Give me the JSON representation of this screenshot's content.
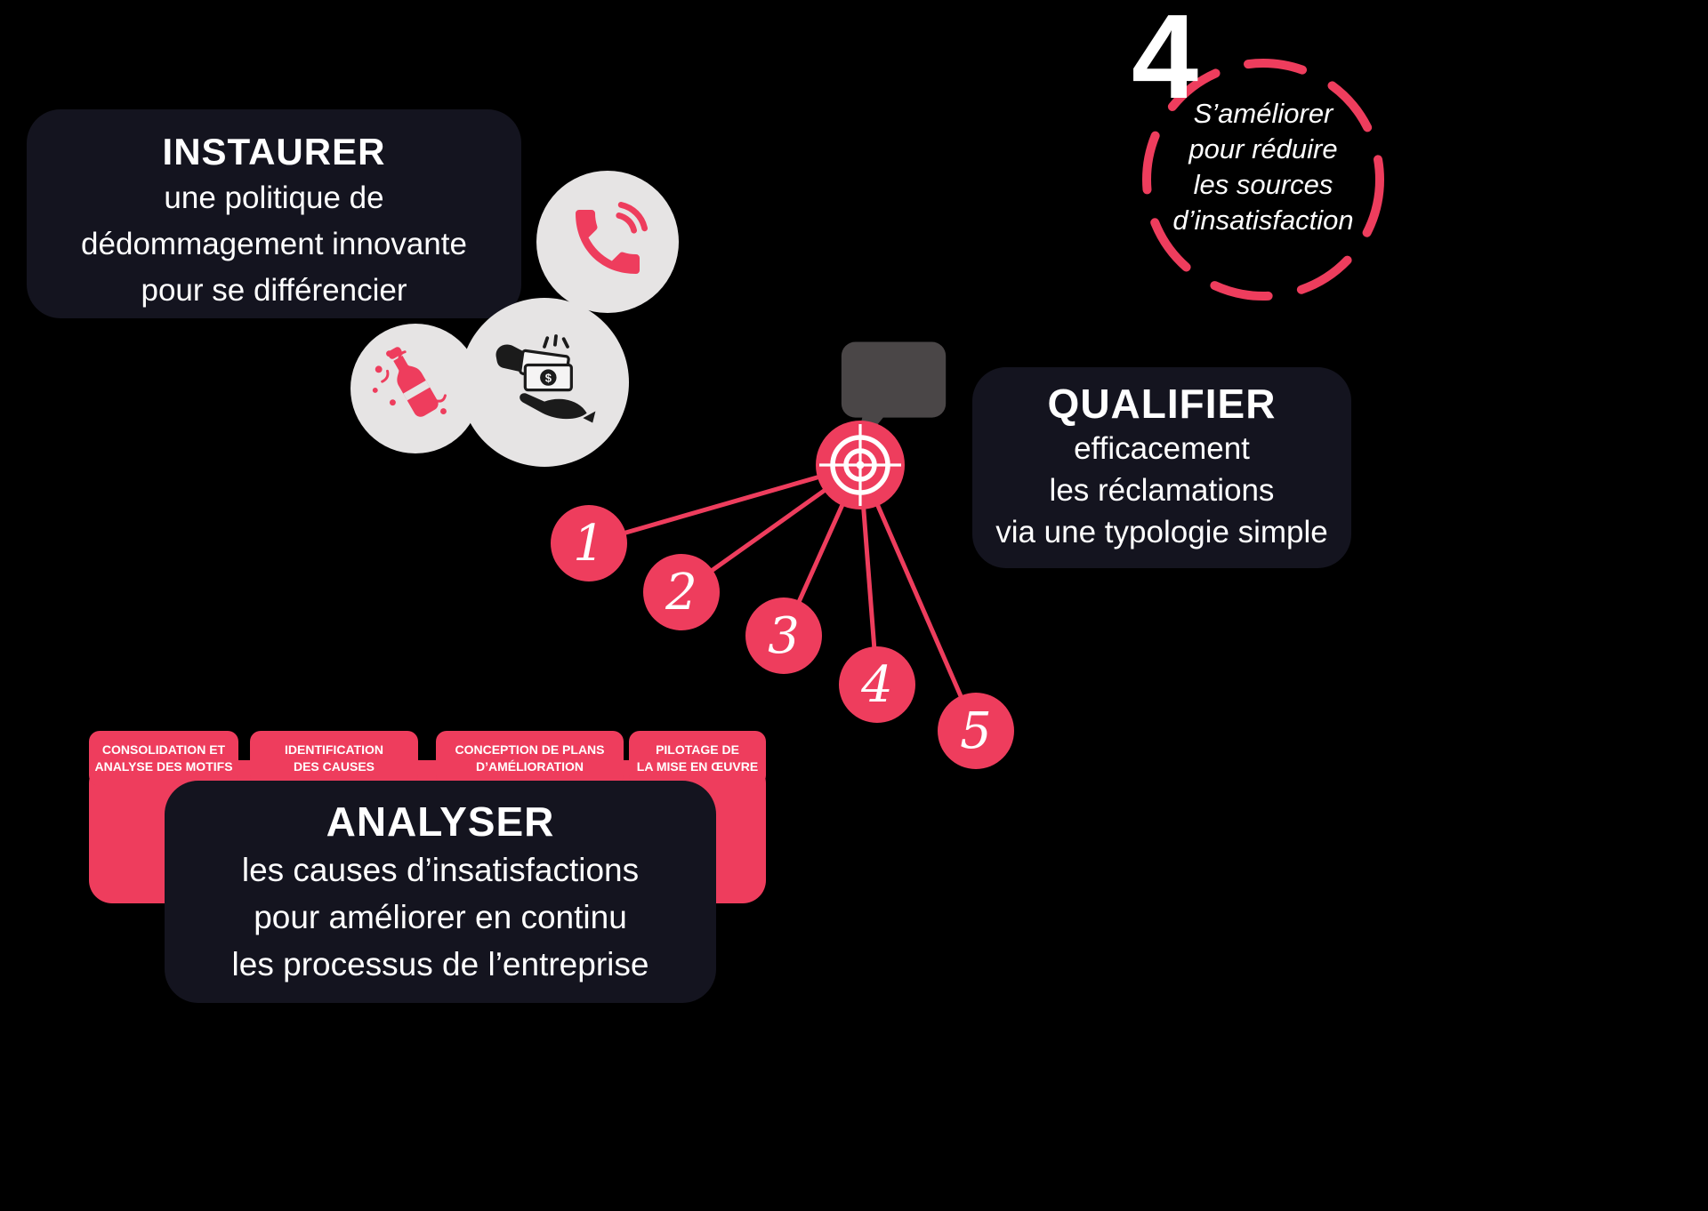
{
  "colors": {
    "background": "#000000",
    "card_bg": "#14141f",
    "accent_red": "#ee3d5d",
    "icon_circle_gray": "#e6e4e4",
    "speech_bubble_gray": "#4a4647",
    "text_white": "#ffffff",
    "icon_black": "#1b1b1b"
  },
  "instaurer_card": {
    "title": "INSTAURER",
    "lines": [
      "une politique de",
      "dédommagement innovante",
      "pour se différencier"
    ]
  },
  "step4": {
    "number": "4",
    "lines": [
      "S’améliorer",
      "pour réduire",
      "les sources",
      "d’insatisfaction"
    ]
  },
  "qualifier_card": {
    "title": "QUALIFIER",
    "lines": [
      "efficacement",
      "les réclamations",
      "via une typologie simple"
    ]
  },
  "typology": {
    "numbers": [
      "1",
      "2",
      "3",
      "4",
      "5"
    ]
  },
  "analysis_tabs": [
    {
      "line1": "CONSOLIDATION ET",
      "line2": "ANALYSE DES MOTIFS"
    },
    {
      "line1": "IDENTIFICATION",
      "line2": "DES CAUSES"
    },
    {
      "line1": "CONCEPTION DE PLANS",
      "line2": "D’AMÉLIORATION"
    },
    {
      "line1": "PILOTAGE DE",
      "line2": "LA MISE EN ŒUVRE"
    }
  ],
  "analyser_card": {
    "title": "ANALYSER",
    "lines": [
      "les causes d’insatisfactions",
      "pour améliorer en continu",
      "les processus de l’entreprise"
    ]
  },
  "icons": {
    "phone": "phone-icon",
    "money_exchange": "money-hands-icon",
    "champagne": "champagne-bottle-icon",
    "speech_bubble": "speech-bubble-icon",
    "target": "target-icon"
  }
}
